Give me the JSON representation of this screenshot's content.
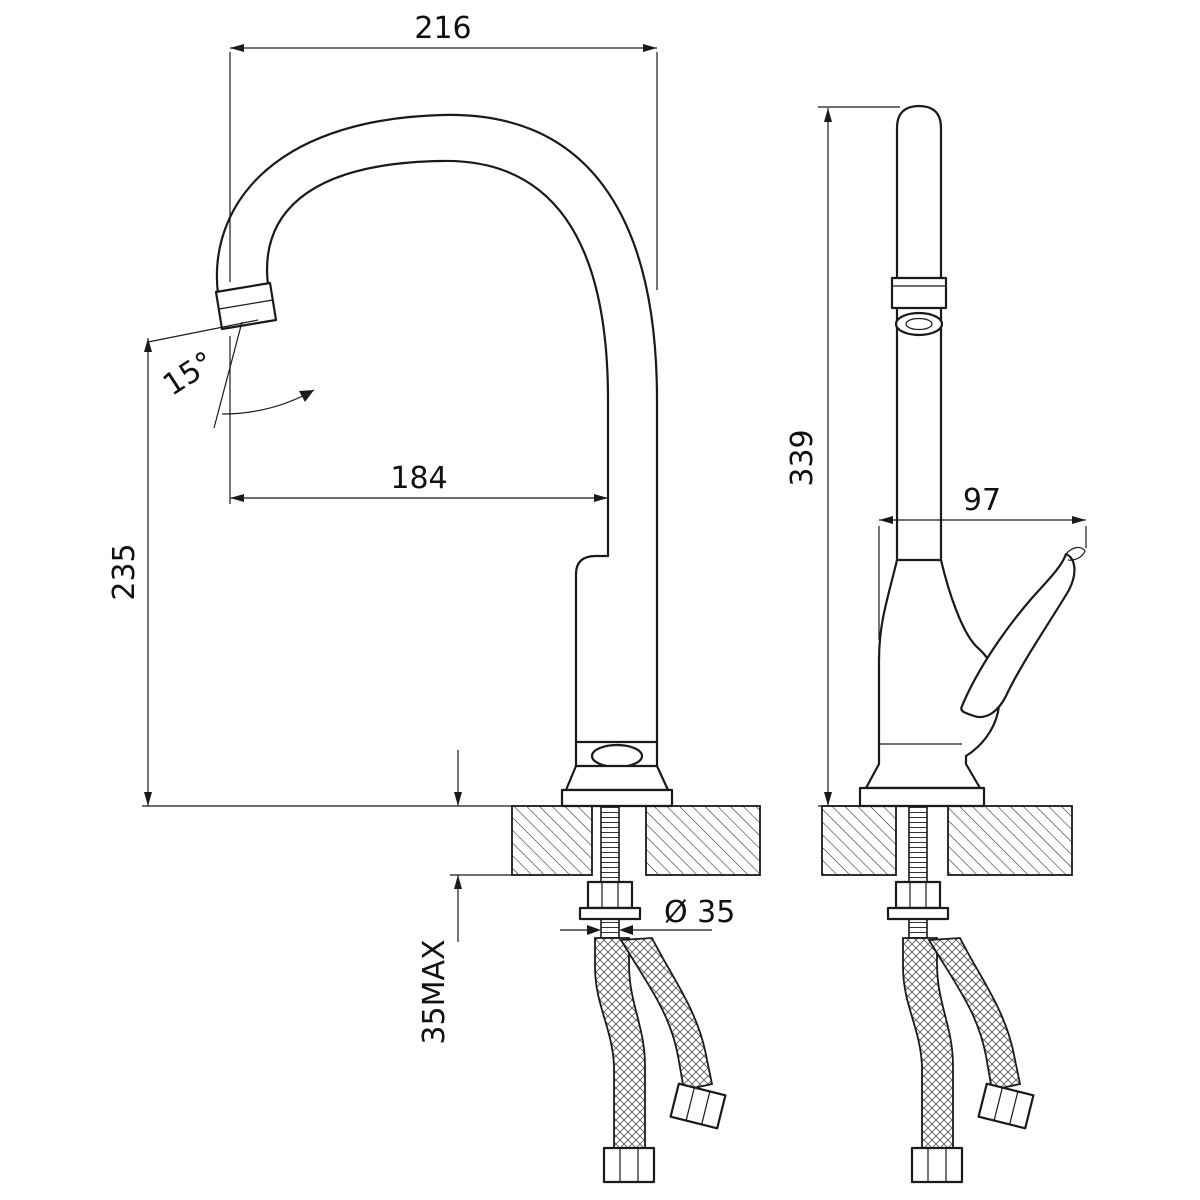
{
  "drawing": {
    "line_color": "#1a1a1a",
    "background": "#ffffff",
    "dimensions": {
      "spout_width_overall": "216",
      "spout_angle": "15°",
      "spout_reach": "184",
      "spout_outlet_height": "235",
      "counter_thickness_max": "35MAX",
      "mounting_hole_diameter": "Ø 35",
      "overall_height": "339",
      "body_depth": "97"
    }
  }
}
